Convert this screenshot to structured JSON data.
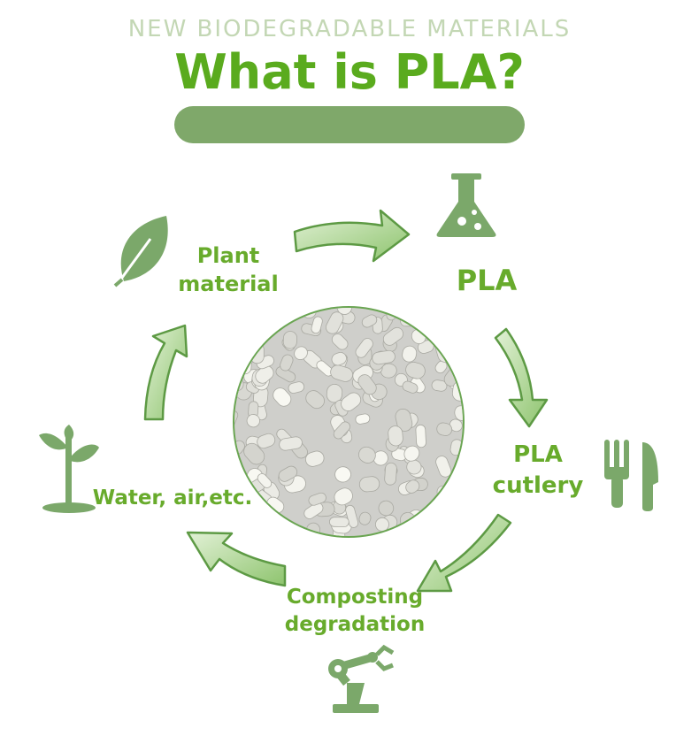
{
  "header": {
    "subtitle": "NEW BIODEGRADABLE MATERIALS",
    "title": "What is PLA?"
  },
  "cycle": {
    "plant_label_1": "Plant",
    "plant_label_2": "material",
    "pla_label": "PLA",
    "cutlery_label_1": "PLA",
    "cutlery_label_2": "cutlery",
    "compost_label_1": "Composting",
    "compost_label_2": "degradation",
    "water_label": "Water, air,etc."
  },
  "icons": [
    "leaf-icon",
    "flask-icon",
    "cutlery-icon",
    "robot-arm-icon",
    "sprout-icon"
  ],
  "colors": {
    "title": "#5aab1e",
    "subtitle": "#c3d7b4",
    "accent": "#7fa86a",
    "arrow_fill": "#c7e3b0",
    "arrow_stroke": "#5d9a44",
    "icon": "#7ba86a"
  }
}
